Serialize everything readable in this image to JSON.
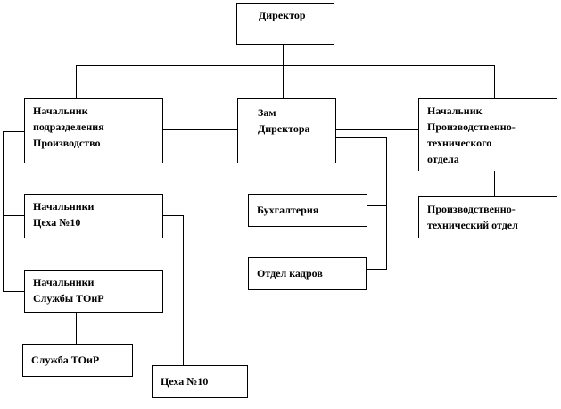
{
  "org_chart": {
    "director": "Директор",
    "deputy_director": "Зам\nДиректора",
    "head_production": "Начальник\nподразделения\nПроизводство",
    "head_pto": "Начальник\nПроизводственно-\nтехнического\nотдела",
    "head_workshop": "Начальники\nЦеха №10",
    "head_maintenance": "Начальники\nСлужбы ТОиР",
    "accounting": "Бухгалтерия",
    "hr": "Отдел кадров",
    "pto_department": "Производственно-\nтехнический отдел",
    "maintenance_service": "Служба ТОиР",
    "workshop": "Цеха №10"
  }
}
